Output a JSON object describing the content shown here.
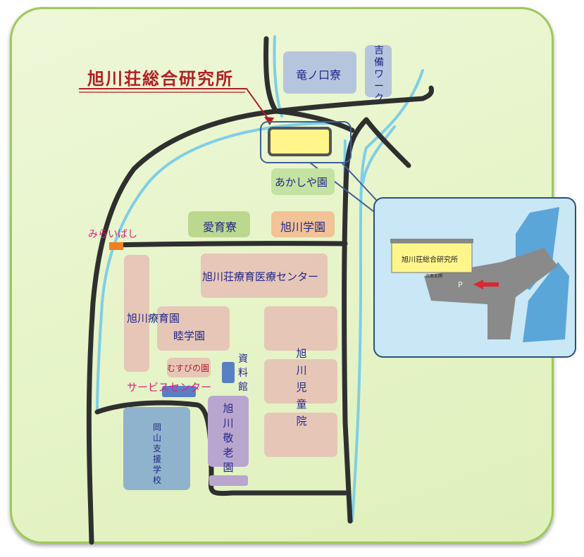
{
  "title": "旭川荘総合研究所",
  "buildings": {
    "ryunokuchi": "竜ノ口寮",
    "kibi_work": "吉備ワーク",
    "akashiya": "あかしや園",
    "aiiku": "愛育寮",
    "gakuen": "旭川学園",
    "iryo_center": "旭川荘療育医療センター",
    "ryoikuen": "旭川療育園",
    "mutsumi": "睦学園",
    "musubi": "むすびの園",
    "shiryokan": "資料館",
    "service_center": "サービスセンター",
    "jidoin": "旭川児童院",
    "keiroen": "旭川敬老園",
    "shien_gakko": "岡山支援学校"
  },
  "bridge_label": "みらいばし",
  "inset": {
    "building_label": "旭川荘総合研究所",
    "entrance_label": "正面玄関",
    "parking_label": "P"
  },
  "colors": {
    "road": "#2f2f2f",
    "river": "#5fc3e0",
    "building_pink": "#e6c4b6",
    "building_blue": "#b6c5de",
    "highlight": "#fff58a",
    "title": "#b11f22",
    "label": "#23278a",
    "pink_text": "#e0207c",
    "bridge": "#f08020"
  }
}
